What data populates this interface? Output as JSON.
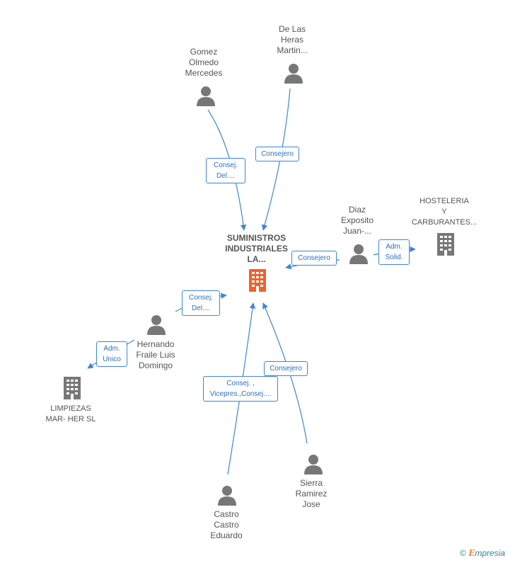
{
  "center": {
    "name_lines": [
      "SUMINISTROS",
      "INDUSTRIALES",
      "LA..."
    ]
  },
  "people": {
    "gomez": {
      "lines": [
        "Gomez",
        "Olmedo",
        "Mercedes"
      ]
    },
    "delasheras": {
      "lines": [
        "De Las",
        "Heras",
        "Martin..."
      ]
    },
    "diaz": {
      "lines": [
        "Diaz",
        "Exposito",
        "Juan-..."
      ]
    },
    "hernando": {
      "lines": [
        "Hernando",
        "Fraile Luis",
        "Domingo"
      ]
    },
    "sierra": {
      "lines": [
        "Sierra",
        "Ramirez",
        "Jose"
      ]
    },
    "castro": {
      "lines": [
        "Castro",
        "Castro",
        "Eduardo"
      ]
    }
  },
  "companies": {
    "hosteleria": {
      "lines": [
        "HOSTELERIA",
        "Y",
        "CARBURANTES..."
      ]
    },
    "limpiezas": {
      "lines": [
        "LIMPIEZAS",
        "MAR- HER  SL"
      ]
    }
  },
  "edges": {
    "gomez": {
      "lines": [
        "Consej.",
        "Del...."
      ]
    },
    "delasheras": {
      "lines": [
        "Consejero"
      ]
    },
    "diaz_center": {
      "lines": [
        "Consejero"
      ]
    },
    "diaz_hosteleria": {
      "lines": [
        "Adm.",
        "Solid."
      ]
    },
    "hernando_center": {
      "lines": [
        "Consej.",
        "Del...."
      ]
    },
    "hernando_limpiezas": {
      "lines": [
        "Adm.",
        "Unico"
      ]
    },
    "castro": {
      "lines": [
        "Consej. ,",
        "Vicepres.,Consej...."
      ]
    },
    "sierra": {
      "lines": [
        "Consejero"
      ]
    }
  },
  "colors": {
    "edge": "#3d86d8",
    "person_icon": "#777777",
    "company_icon": "#777777",
    "center_icon": "#f0622a"
  },
  "brand": {
    "copyright": "©",
    "e": "E",
    "rest": "mpresia"
  }
}
